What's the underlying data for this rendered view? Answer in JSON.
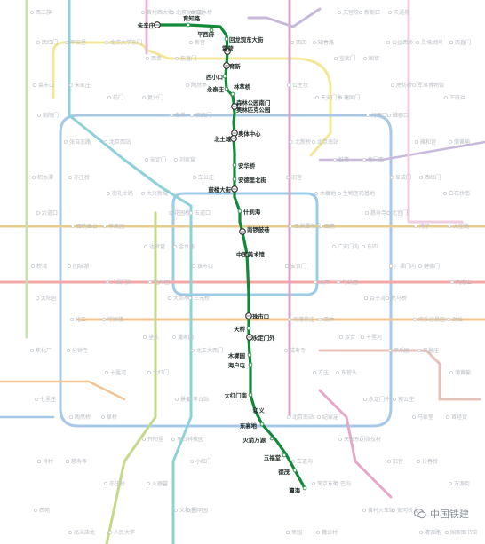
{
  "map": {
    "highlight_line_color": "#128a3a",
    "background_line_colors": {
      "line_1": "#f4a7a7",
      "line_2": "#9ecbe8",
      "line_4": "#8ed1d9",
      "line_5": "#d7a6c9",
      "line_6": "#e6cc8e",
      "line_7": "#f2c48f",
      "line_9": "#c4d98a",
      "line_10": "#a8c8e8",
      "line_13": "#f3e89a",
      "line_14": "#e8c0b8",
      "batong": "#f4a7a7",
      "changping": "#e9b7d6",
      "airport": "#c8b9dc",
      "fangshan": "#f2c48f",
      "yizhuang": "#e7a7c8"
    },
    "highlighted_stations": [
      {
        "name": "朱辛庄"
      },
      {
        "name": "育知路"
      },
      {
        "name": "平西府"
      },
      {
        "name": "回龙观东大街"
      },
      {
        "name": "霍营"
      },
      {
        "name": "育新"
      },
      {
        "name": "西小口"
      },
      {
        "name": "永泰庄"
      },
      {
        "name": "林萃桥"
      },
      {
        "name": "森林公园南门 奥林匹克公园"
      },
      {
        "name": "奥体中心"
      },
      {
        "name": "北土城"
      },
      {
        "name": "安华桥"
      },
      {
        "name": "安德里北街"
      },
      {
        "name": "鼓楼大街"
      },
      {
        "name": "什刹海"
      },
      {
        "name": "南锣鼓巷"
      },
      {
        "name": "中国美术馆"
      },
      {
        "name": "珠市口"
      },
      {
        "name": "天桥"
      },
      {
        "name": "永定门外"
      },
      {
        "name": "木樨园"
      },
      {
        "name": "海户屯"
      },
      {
        "name": "大红门南"
      },
      {
        "name": "和义"
      },
      {
        "name": "东高地"
      },
      {
        "name": "火箭万源"
      },
      {
        "name": "五福堂"
      },
      {
        "name": "德茂"
      },
      {
        "name": "瀛海"
      }
    ],
    "background_labels": [
      "西二旗",
      "立水桥",
      "天通苑",
      "北京大学东门",
      "知春路",
      "西直门",
      "东直门",
      "国贸",
      "宋家庄",
      "公主坟",
      "军事博物馆",
      "复兴门",
      "建国门",
      "朝阳门",
      "崇文门",
      "磁器口",
      "北京西站",
      "北京南站",
      "蒲黄榆",
      "刘家窑",
      "角门西",
      "亦庄桥",
      "旧宫",
      "西红门",
      "大兴新城",
      "生物医药基地",
      "六道口",
      "五道口",
      "北宫门",
      "苹果园",
      "四惠",
      "大望路",
      "金台路",
      "东四",
      "团结湖",
      "安贞门",
      "健德门",
      "牡丹园",
      "芍药居",
      "太阳宫",
      "三元桥",
      "亮马桥",
      "呼家楼",
      "双井",
      "劲松",
      "潘家园",
      "十里河",
      "分钟寺",
      "成寿寺",
      "石榴庄",
      "大红门",
      "东管头",
      "七里庄",
      "丰台站",
      "郭公庄",
      "草桥",
      "纪家庙",
      "首经贸",
      "丰台科技园",
      "张仪村",
      "慈寿寺",
      "车道沟",
      "长春桥",
      "火器营",
      "巴沟",
      "西苑",
      "圆明园",
      "安河桥北",
      "人民大学",
      "魏公村",
      "国家图书馆",
      "北京动物园",
      "新街口",
      "平安里",
      "西四",
      "灵境胡同",
      "西单",
      "宣武门",
      "菜市口",
      "陶然亭",
      "虎坊桥",
      "前门",
      "天安门东",
      "王府井",
      "东单",
      "灯市口",
      "张自忠路",
      "北新桥",
      "雍和宫",
      "安定门",
      "鼓楼",
      "积水潭",
      "车公庄",
      "阜成门",
      "南礼士路",
      "木樨地",
      "白石桥南",
      "花园桥",
      "慈寿寺",
      "西钓鱼台",
      "玉渊潭东门",
      "湾子",
      "达官营",
      "广安门内",
      "桥湾",
      "珠市口",
      "广渠门内",
      "广渠门外",
      "双井",
      "九龙山",
      "大郊亭",
      "百子湾",
      "化工",
      "南楼梓庄",
      "欢乐谷景区",
      "垡头",
      "双合",
      "焦化厂",
      "北工大西门",
      "平乐园",
      "十里河",
      "方庄",
      "蒲黄榆",
      "景泰",
      "永定门外",
      "陶然桥",
      "北京南站",
      "马家堡",
      "开阳里",
      "天坛东门",
      "肖村",
      "小红门",
      "旧宫",
      "亦庄桥",
      "荣京东街",
      "万源街",
      "义和庄",
      "黄村火车站",
      "高米店北",
      "枣园",
      "清源路",
      "黄村西大街",
      "天宫院",
      "西红门",
      "新宫",
      "公益西桥"
    ],
    "watermark": {
      "text": "中国铁建",
      "icon": "wechat-icon"
    }
  }
}
